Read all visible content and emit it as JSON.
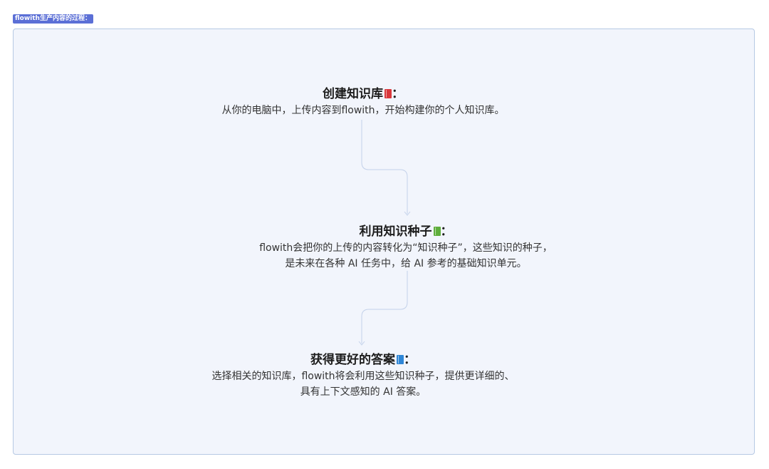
{
  "header": {
    "tag_label": "flowith生产内容的过程："
  },
  "nodes": [
    {
      "title": "创建知识库",
      "icon": "red-book-icon",
      "icon_color": "#d9373b",
      "suffix": "：",
      "desc_lines": [
        "从你的电脑中，上传内容到flowith，开始构建你的个人知识库。"
      ]
    },
    {
      "title": "利用知识种子",
      "icon": "green-book-icon",
      "icon_color": "#5fae3c",
      "suffix": "：",
      "desc_lines": [
        "flowith会把你的上传的内容转化为“知识种子”，这些知识的种子，",
        "是未来在各种 AI 任务中，给 AI 参考的基础知识单元。"
      ]
    },
    {
      "title": "获得更好的答案",
      "icon": "blue-book-icon",
      "icon_color": "#2f86d6",
      "suffix": "：",
      "desc_lines": [
        "选择相关的知识库，flowith将会利用这些知识种子，提供更详细的、",
        "具有上下文感知的 AI 答案。"
      ]
    }
  ],
  "colors": {
    "panel_bg": "#f2f5fc",
    "panel_border": "#b6c9e4",
    "connector": "#c3d1ea",
    "tag_bg": "#5b6fd6"
  }
}
